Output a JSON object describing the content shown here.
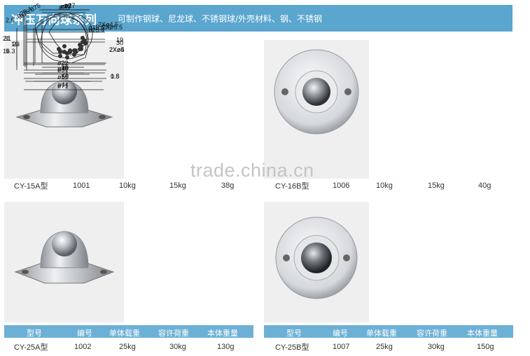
{
  "header": {
    "title": "冲压万向球系列",
    "subtitle": "可制作钢球、尼龙球、不锈钢球/外壳材料、钢、不锈钢"
  },
  "watermark": "trade.china.cn",
  "table_headers": [
    "型号",
    "编号",
    "单体载重",
    "容许荷重",
    "本体重量"
  ],
  "products": [
    {
      "model": "CY-15A型",
      "code": "1001",
      "load": "10kg",
      "allowable": "15kg",
      "weight": "38g",
      "dims": [
        "ø27",
        "ø15.875",
        "21",
        "16",
        "2Xø4",
        "40",
        "50",
        "0.8"
      ]
    },
    {
      "model": "CY-16B型",
      "code": "1006",
      "load": "10kg",
      "allowable": "15kg",
      "weight": "40g",
      "dims": [
        "ø15.875",
        "ø23",
        "2.5",
        "2Xø4.5",
        "9",
        "19",
        "ø22",
        "ø31",
        "ø44"
      ]
    },
    {
      "model": "CY-25A型",
      "code": "1002",
      "load": "25kg",
      "allowable": "30kg",
      "weight": "130g",
      "dims": [
        "ø43",
        "ø25.4",
        "31",
        "23",
        "2Xø5",
        "56",
        "71",
        "1.5"
      ]
    },
    {
      "model": "CY-25B型",
      "code": "1007",
      "load": "25kg",
      "allowable": "30kg",
      "weight": "150g",
      "dims": [
        "ø37",
        "ø25.4",
        "2Xø5.5",
        "16.3",
        "30",
        "ø40",
        "ø55",
        "ø71"
      ]
    }
  ],
  "colors": {
    "header": "#5aa6cf",
    "table_head": "#6db0d6",
    "photo_bg": "#efefef"
  }
}
